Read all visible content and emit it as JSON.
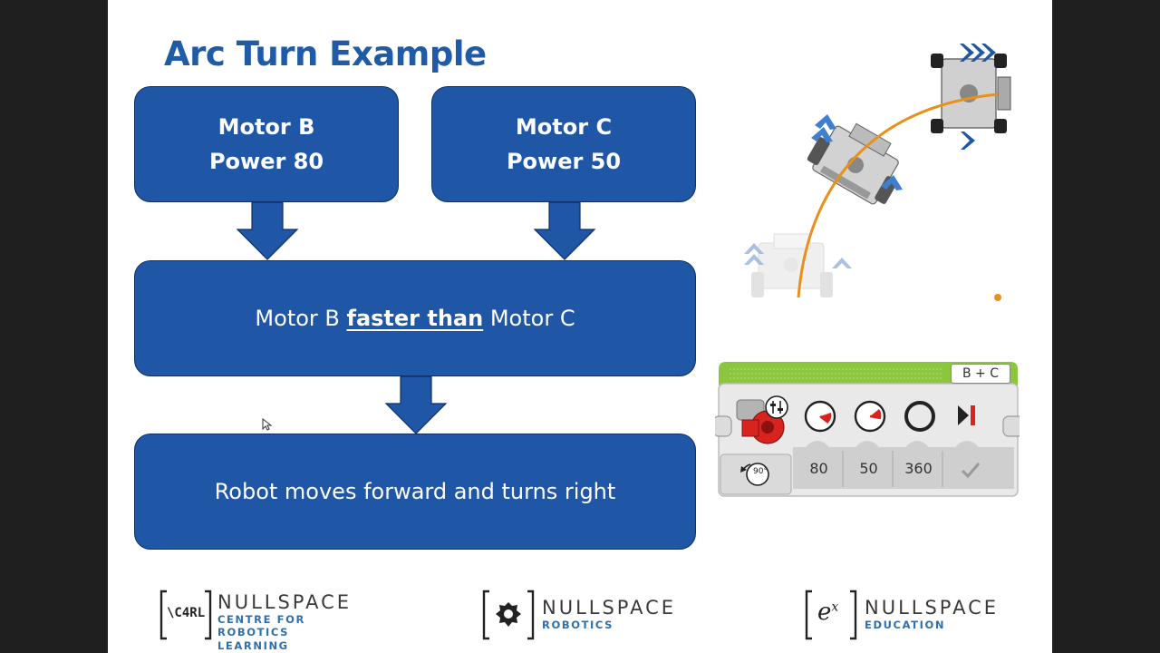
{
  "slide": {
    "title": "Arc Turn Example"
  },
  "flow": {
    "motor_b": {
      "line1": "Motor B",
      "line2": "Power 80"
    },
    "motor_c": {
      "line1": "Motor C",
      "line2": "Power 50"
    },
    "compare": {
      "pre": "Motor B ",
      "emph": "faster than",
      "post": " Motor C"
    },
    "result": "Robot moves forward and turns right"
  },
  "ev3_block": {
    "port_label": "B + C",
    "mode_icon": "rotate-90-icon",
    "mode_label": "90°",
    "params": [
      "80",
      "50",
      "360"
    ],
    "param_icons": [
      "steering-power-icon",
      "power-gauge-icon",
      "degrees-ring-icon",
      "brake-stop-icon"
    ],
    "brake_value_icon": "check-icon"
  },
  "colors": {
    "box_blue": "#1f56a5",
    "title_blue": "#1f5ba6",
    "arc_orange": "#e8901b",
    "ev3_green": "#8cc63f"
  },
  "footer": {
    "logo1": {
      "mark": "\\C4RL",
      "name": "NULLSPACE",
      "sub1": "CENTRE FOR",
      "sub2": "ROBOTICS LEARNING"
    },
    "logo2": {
      "name": "NULLSPACE",
      "sub1": "ROBOTICS"
    },
    "logo3": {
      "mark": "e",
      "mark_sup": "x",
      "name": "NULLSPACE",
      "sub1": "EDUCATION"
    }
  }
}
